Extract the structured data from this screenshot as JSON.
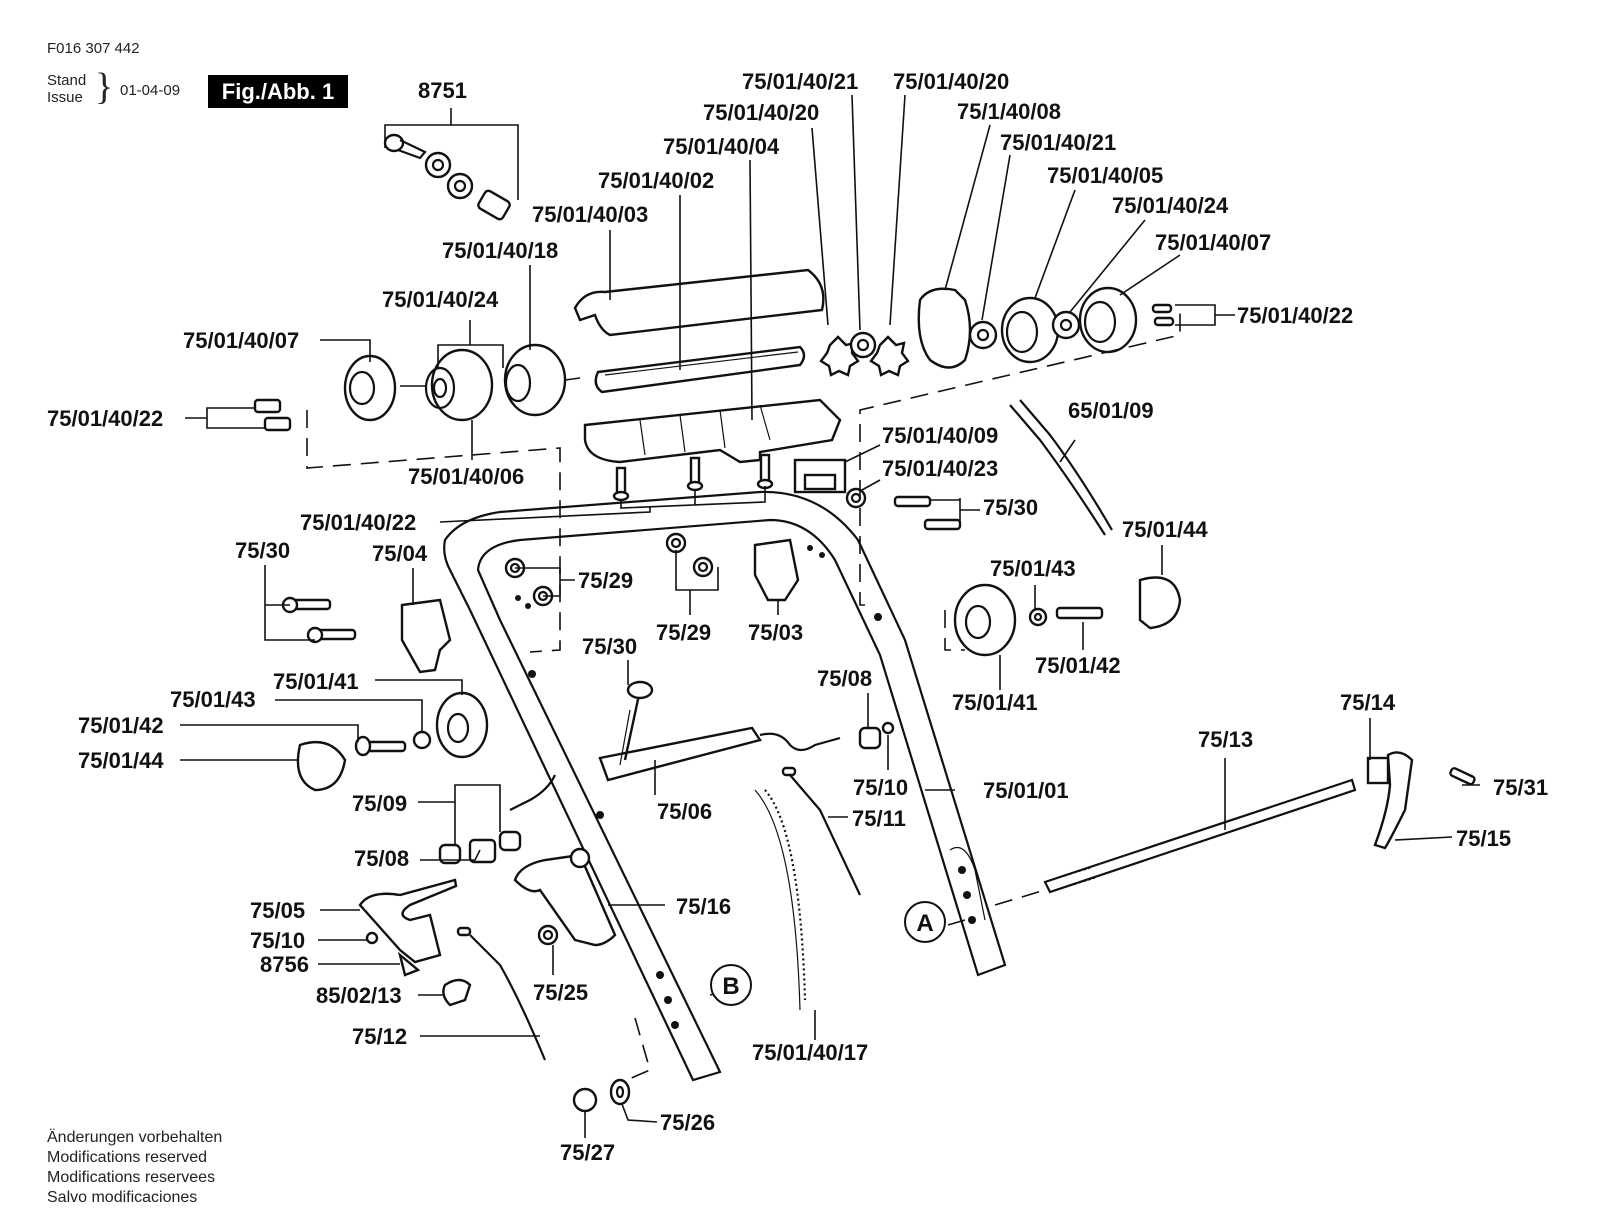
{
  "header": {
    "document_code": "F016 307 442",
    "stand_label": "Stand",
    "issue_label": "Issue",
    "date": "01-04-09",
    "figure_label": "Fig./Abb. 1"
  },
  "footer": {
    "lines": [
      "Änderungen vorbehalten",
      "Modifications reserved",
      "Modifications reservees",
      "Salvo modificaciones"
    ]
  },
  "callouts": {
    "A": "A",
    "B": "B"
  },
  "parts": [
    {
      "id": "p8751",
      "label": "8751"
    },
    {
      "id": "p_40_21_top",
      "label": "75/01/40/21"
    },
    {
      "id": "p_40_20_top",
      "label": "75/01/40/20"
    },
    {
      "id": "p_40_20_b",
      "label": "75/01/40/20"
    },
    {
      "id": "p_1_40_08",
      "label": "75/1/40/08"
    },
    {
      "id": "p_40_04",
      "label": "75/01/40/04"
    },
    {
      "id": "p_40_21_b",
      "label": "75/01/40/21"
    },
    {
      "id": "p_40_02",
      "label": "75/01/40/02"
    },
    {
      "id": "p_40_05",
      "label": "75/01/40/05"
    },
    {
      "id": "p_40_03",
      "label": "75/01/40/03"
    },
    {
      "id": "p_40_24_r",
      "label": "75/01/40/24"
    },
    {
      "id": "p_40_18",
      "label": "75/01/40/18"
    },
    {
      "id": "p_40_07_r",
      "label": "75/01/40/07"
    },
    {
      "id": "p_40_24_l",
      "label": "75/01/40/24"
    },
    {
      "id": "p_40_22_r",
      "label": "75/01/40/22"
    },
    {
      "id": "p_40_07_l",
      "label": "75/01/40/07"
    },
    {
      "id": "p_40_22_l",
      "label": "75/01/40/22"
    },
    {
      "id": "p_40_09",
      "label": "75/01/40/09"
    },
    {
      "id": "p_65_01_09",
      "label": "65/01/09"
    },
    {
      "id": "p_40_06",
      "label": "75/01/40/06"
    },
    {
      "id": "p_40_23",
      "label": "75/01/40/23"
    },
    {
      "id": "p_40_22_c",
      "label": "75/01/40/22"
    },
    {
      "id": "p_75_30_r",
      "label": "75/30"
    },
    {
      "id": "p_01_44_r",
      "label": "75/01/44"
    },
    {
      "id": "p_75_30_l",
      "label": "75/30"
    },
    {
      "id": "p_75_04",
      "label": "75/04"
    },
    {
      "id": "p_75_29_l",
      "label": "75/29"
    },
    {
      "id": "p_01_43_r",
      "label": "75/01/43"
    },
    {
      "id": "p_75_29_c",
      "label": "75/29"
    },
    {
      "id": "p_75_03",
      "label": "75/03"
    },
    {
      "id": "p_75_30_c",
      "label": "75/30"
    },
    {
      "id": "p_01_42_r",
      "label": "75/01/42"
    },
    {
      "id": "p_01_41_l",
      "label": "75/01/41"
    },
    {
      "id": "p_75_08_r",
      "label": "75/08"
    },
    {
      "id": "p_01_43_l",
      "label": "75/01/43"
    },
    {
      "id": "p_01_41_r",
      "label": "75/01/41"
    },
    {
      "id": "p_01_42_l",
      "label": "75/01/42"
    },
    {
      "id": "p_75_14",
      "label": "75/14"
    },
    {
      "id": "p_75_13",
      "label": "75/13"
    },
    {
      "id": "p_01_44_l",
      "label": "75/01/44"
    },
    {
      "id": "p_75_10_r",
      "label": "75/10"
    },
    {
      "id": "p_75_31",
      "label": "75/31"
    },
    {
      "id": "p_75_09",
      "label": "75/09"
    },
    {
      "id": "p_01_01",
      "label": "75/01/01"
    },
    {
      "id": "p_75_06",
      "label": "75/06"
    },
    {
      "id": "p_75_11",
      "label": "75/11"
    },
    {
      "id": "p_75_15",
      "label": "75/15"
    },
    {
      "id": "p_75_08_l",
      "label": "75/08"
    },
    {
      "id": "p_75_16",
      "label": "75/16"
    },
    {
      "id": "p_75_05",
      "label": "75/05"
    },
    {
      "id": "p_75_10_l",
      "label": "75/10"
    },
    {
      "id": "p_8756",
      "label": "8756"
    },
    {
      "id": "p_75_25",
      "label": "75/25"
    },
    {
      "id": "p_85_02_13",
      "label": "85/02/13"
    },
    {
      "id": "p_75_12",
      "label": "75/12"
    },
    {
      "id": "p_40_17",
      "label": "75/01/40/17"
    },
    {
      "id": "p_75_26",
      "label": "75/26"
    },
    {
      "id": "p_75_27",
      "label": "75/27"
    }
  ]
}
